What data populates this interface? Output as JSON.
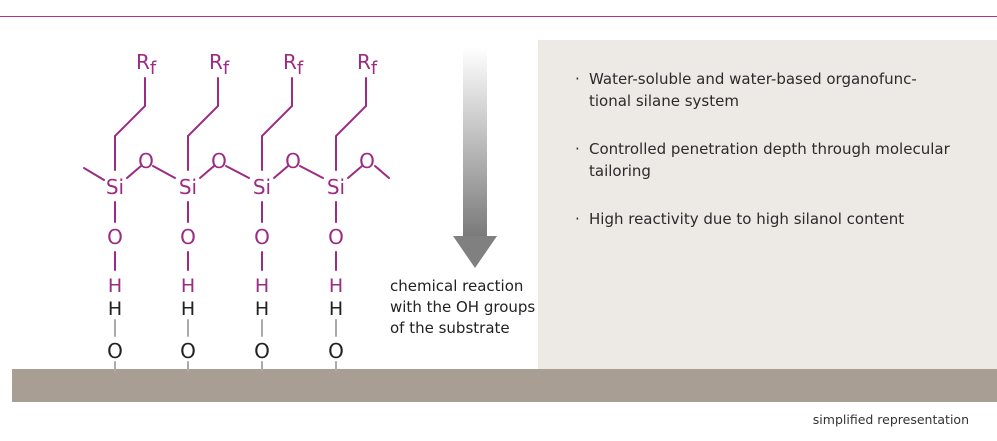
{
  "structure": {
    "rf_label": "R",
    "rf_sub": "f",
    "si_label": "Si",
    "o_label": "O",
    "h_label": "H"
  },
  "reaction_label": "chemical reaction with the OH groups of the substrate",
  "bullet_marker": "·",
  "bullets": [
    "Water-soluble and water-based organofunc-tional silane system",
    "Controlled penetration depth through molecular tailoring",
    "High reactivity due to high silanol content"
  ],
  "footnote": "simplified representation",
  "colors": {
    "accent": "#9b2b83",
    "substrate": "#a89e93",
    "panel": "#ede9e4",
    "rule": "#b0357a",
    "bond_gray": "#aaaaaa",
    "text": "#222222"
  }
}
